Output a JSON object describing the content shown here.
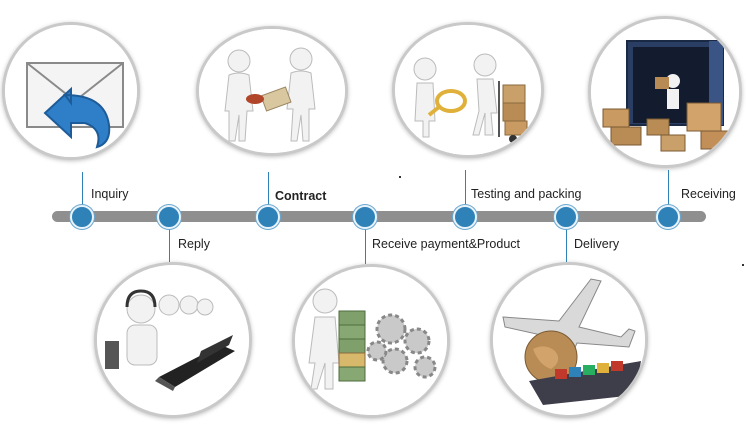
{
  "steps": [
    {
      "id": "inquiry",
      "label": "Inquiry",
      "position": "top",
      "bold": false,
      "illustration": "envelope-reply-icon"
    },
    {
      "id": "reply",
      "label": "Reply",
      "position": "bottom",
      "bold": false,
      "illustration": "call-center-operators"
    },
    {
      "id": "contract",
      "label": "Contract",
      "position": "top",
      "bold": true,
      "illustration": "figures-signing-contract"
    },
    {
      "id": "payment",
      "label": "Receive payment&Product",
      "position": "bottom",
      "bold": false,
      "illustration": "figure-with-money-and-gears"
    },
    {
      "id": "testing",
      "label": "Testing and packing",
      "position": "top",
      "bold": false,
      "illustration": "figures-inspecting-and-carting-boxes"
    },
    {
      "id": "delivery",
      "label": "Delivery",
      "position": "bottom",
      "bold": false,
      "illustration": "plane-globe-cargo-ship"
    },
    {
      "id": "receiving",
      "label": "Receiving",
      "position": "top",
      "bold": false,
      "illustration": "figure-unloading-shipping-container"
    }
  ],
  "colors": {
    "dot": "#2f82b8",
    "line": "#8f8f8f",
    "ring": "#c9c9c9"
  }
}
